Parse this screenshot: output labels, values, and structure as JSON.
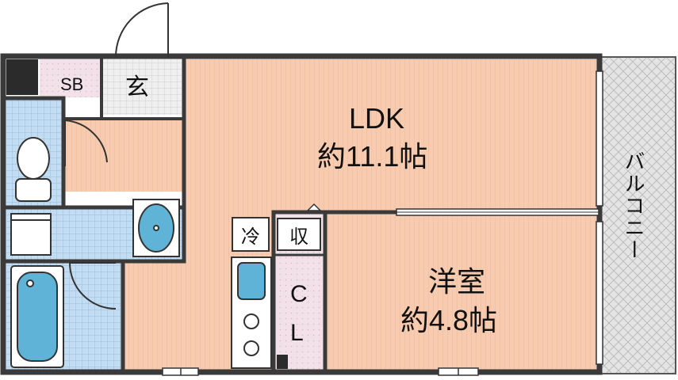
{
  "rooms": {
    "ldk": {
      "name": "LDK",
      "area": "約11.1帖"
    },
    "western": {
      "name": "洋室",
      "area": "約4.8帖"
    },
    "entrance": "玄",
    "shoe_box": "SB",
    "closet_c": "C",
    "closet_l": "L",
    "storage": "収",
    "fridge": "冷",
    "balcony": "バルコニー"
  },
  "colors": {
    "floor": "#f6cbb0",
    "floor_stripe": "#f0b998",
    "tile": "#b9d7f0",
    "tile_grid": "#8fbbe0",
    "fixture": "#5eb3d6",
    "entrance_tile": "#eeeeee",
    "closet": "#f3e1ea",
    "wall": "#3a3a3a",
    "balcony": "#dcdcdc"
  }
}
